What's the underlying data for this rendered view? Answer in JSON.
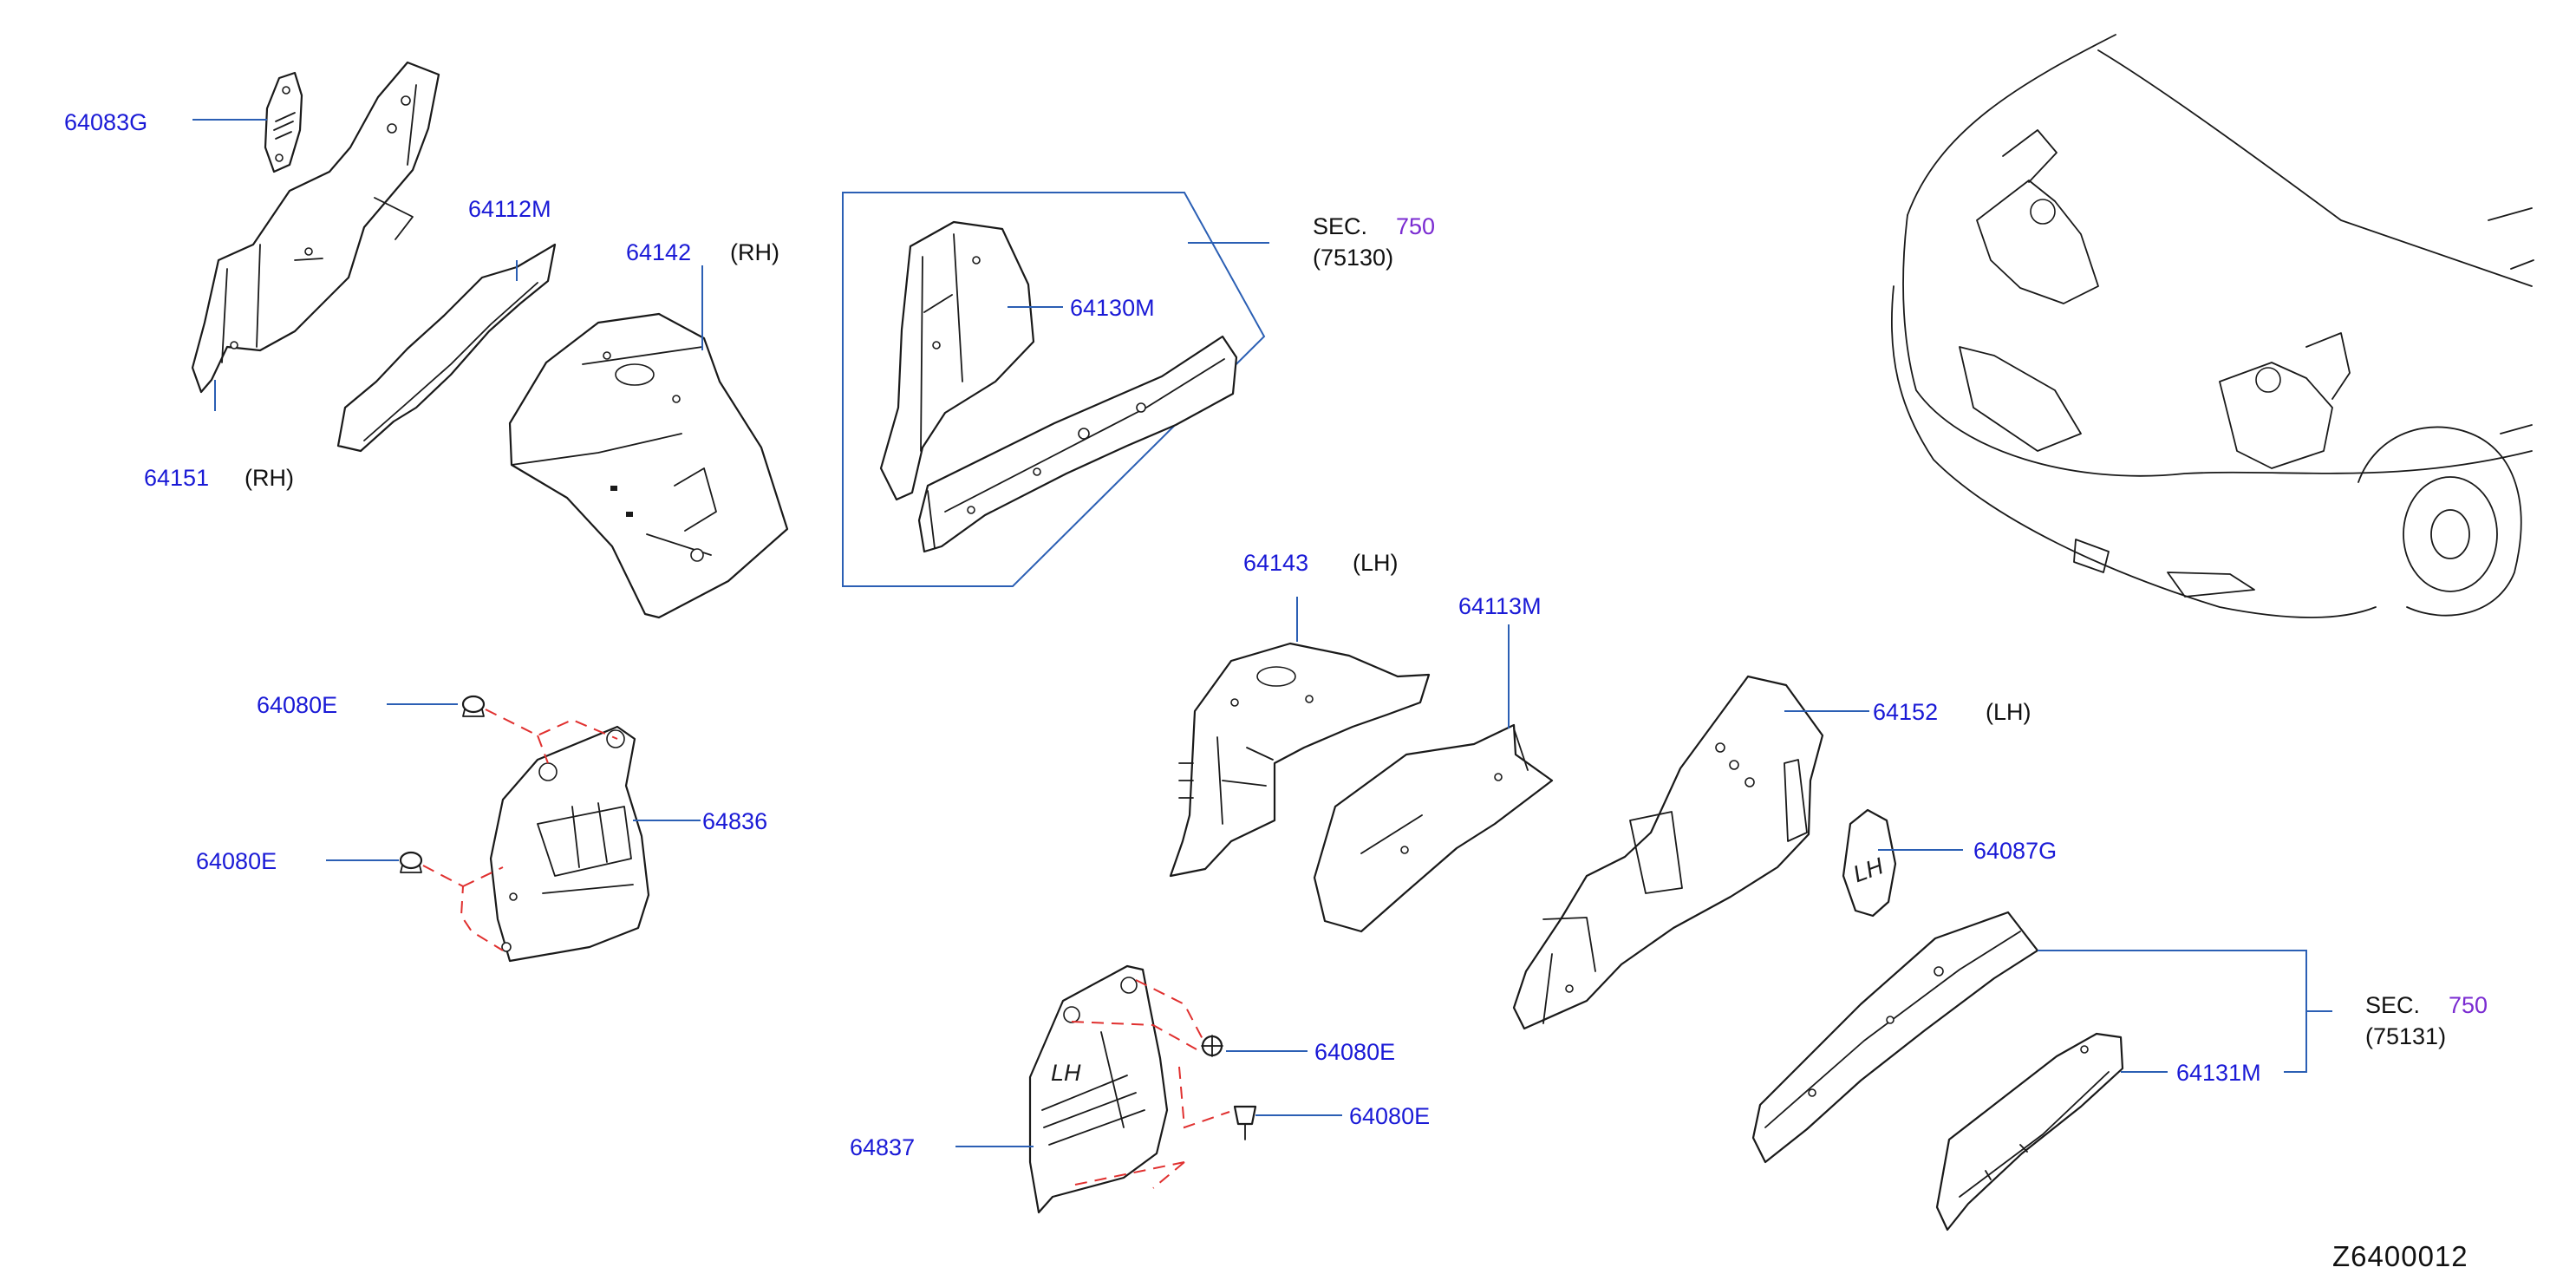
{
  "colors": {
    "part_number": "#1a1ad6",
    "section_number": "#7a2bd1",
    "leader": "#2b5fb4",
    "note": "#111111",
    "dashed_fastener_guide": "#e0302f"
  },
  "labels": {
    "p64083G": "64083G",
    "p64151": "64151",
    "p64151_note": "(RH)",
    "p64112M": "64112M",
    "p64142": "64142",
    "p64142_note": "(RH)",
    "p64130M": "64130M",
    "sec_top_label": "SEC.",
    "sec_top_num": "750",
    "sec_top_sub": "(75130)",
    "p64080E_a": "64080E",
    "p64080E_b": "64080E",
    "p64836": "64836",
    "p64143": "64143",
    "p64143_note": "(LH)",
    "p64113M": "64113M",
    "p64152": "64152",
    "p64152_note": "(LH)",
    "p64087G": "64087G",
    "p64080E_c": "64080E",
    "p64080E_d": "64080E",
    "p64837": "64837",
    "sec_bot_label": "SEC.",
    "sec_bot_num": "750",
    "sec_bot_sub": "(75131)",
    "p64131M": "64131M",
    "diagram_code": "Z6400012",
    "lh_marking_1": "LH",
    "lh_marking_2": "LH"
  },
  "icons": [
    "bolt-icon",
    "clip-icon",
    "vehicle-front-icon"
  ]
}
